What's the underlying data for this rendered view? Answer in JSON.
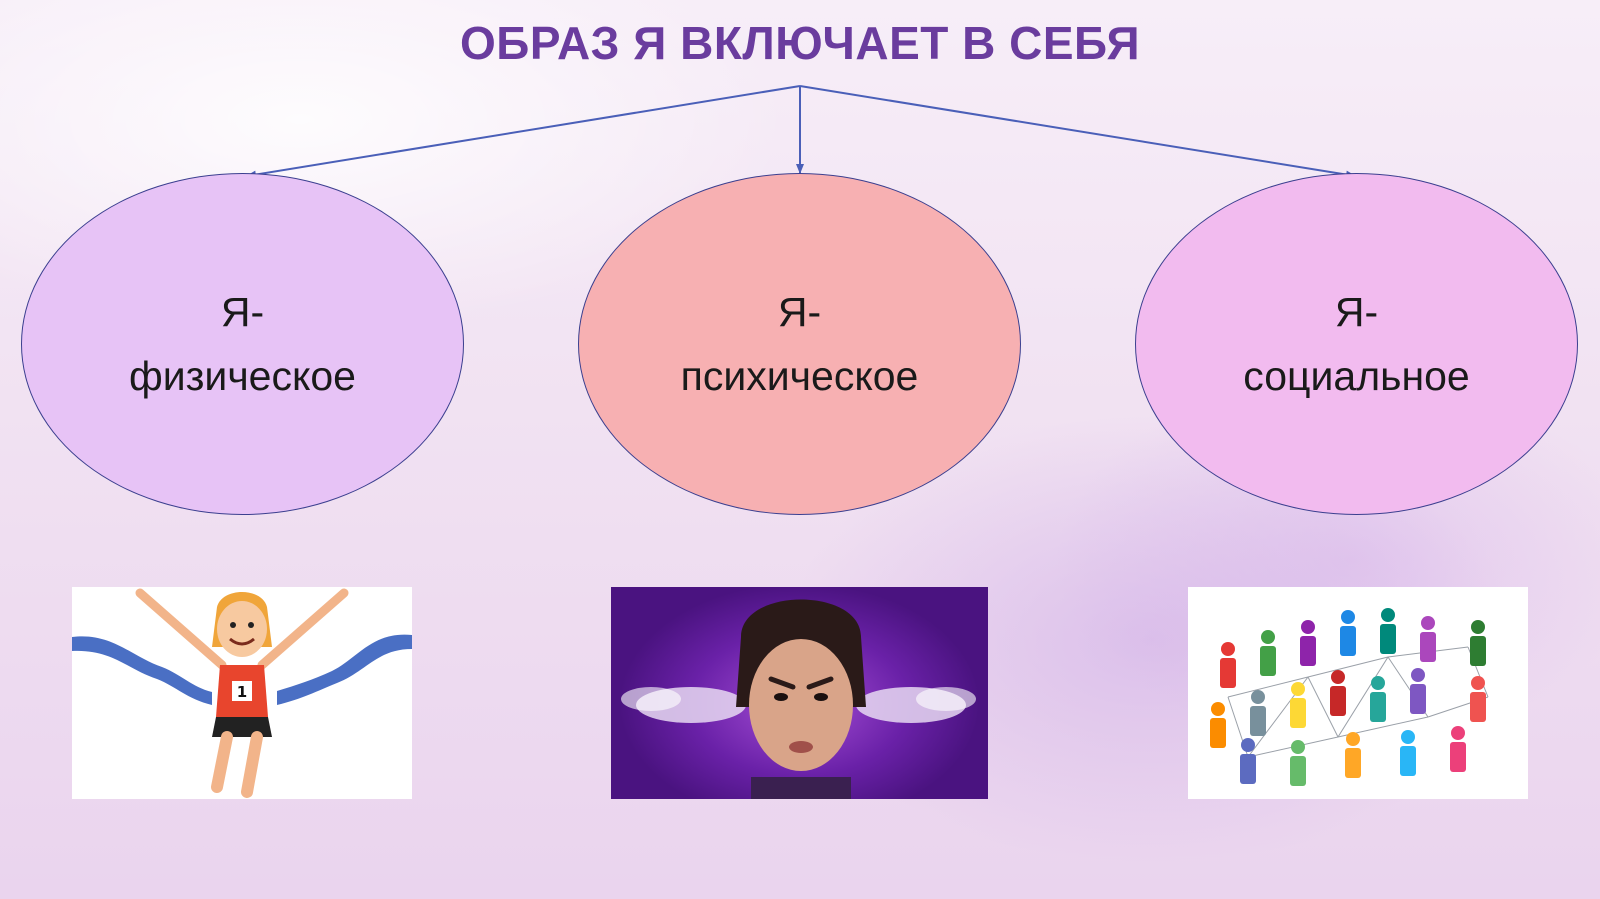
{
  "slide": {
    "title": "ОБРАЗ Я ВКЛЮЧАЕТ В СЕБЯ",
    "nodes": [
      {
        "line1": "Я-",
        "line2": "физическое",
        "fill": "#e7c3f6",
        "illustration": "runner-finish-icon"
      },
      {
        "line1": "Я-",
        "line2": "психическое",
        "fill": "#f7b0b2",
        "illustration": "angry-woman-icon"
      },
      {
        "line1": "Я-",
        "line2": "социальное",
        "fill": "#f2bbef",
        "illustration": "people-network-icon"
      }
    ],
    "colors": {
      "title": "#6a3c9e",
      "arrows": "#4a5fb8",
      "border": "#3b3f8f"
    }
  }
}
